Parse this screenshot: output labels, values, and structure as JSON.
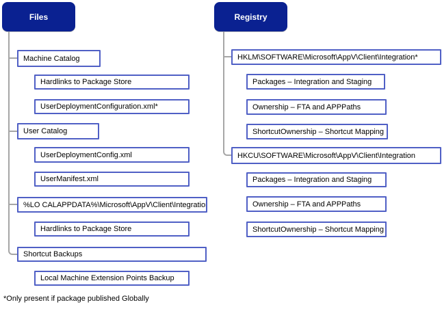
{
  "colors": {
    "root_fill": "#0a2191",
    "node_border": "#4f5fc5",
    "connector": "#a6a6a6",
    "text": "#000000",
    "root_text": "#ffffff"
  },
  "footnote": "*Only present if package published Globally",
  "files": {
    "root_label": "Files",
    "nodes": [
      {
        "label": "Machine Catalog"
      },
      {
        "label": "Hardlinks to Package Store"
      },
      {
        "label": "UserDeploymentConfiguration.xml*"
      },
      {
        "label": "User Catalog"
      },
      {
        "label": "UserDeploymentConfig.xml"
      },
      {
        "label": "UserManifest.xml"
      },
      {
        "label": "%LO CALAPPDATA%\\Microsoft\\AppV\\Client\\Integration"
      },
      {
        "label": "Hardlinks to Package Store"
      },
      {
        "label": "Shortcut Backups"
      },
      {
        "label": "Local Machine Extension Points Backup"
      }
    ]
  },
  "registry": {
    "root_label": "Registry",
    "nodes": [
      {
        "label": "HKLM\\SOFTWARE\\Microsoft\\AppV\\Client\\Integration*"
      },
      {
        "label": "Packages – Integration and Staging"
      },
      {
        "label": "Ownership – FTA and APPPaths"
      },
      {
        "label": "ShortcutOwnership – Shortcut Mapping"
      },
      {
        "label": "HKCU\\SOFTWARE\\Microsoft\\AppV\\Client\\Integration"
      },
      {
        "label": "Packages – Integration and Staging"
      },
      {
        "label": "Ownership – FTA and APPPaths"
      },
      {
        "label": "ShortcutOwnership – Shortcut Mapping"
      }
    ]
  }
}
